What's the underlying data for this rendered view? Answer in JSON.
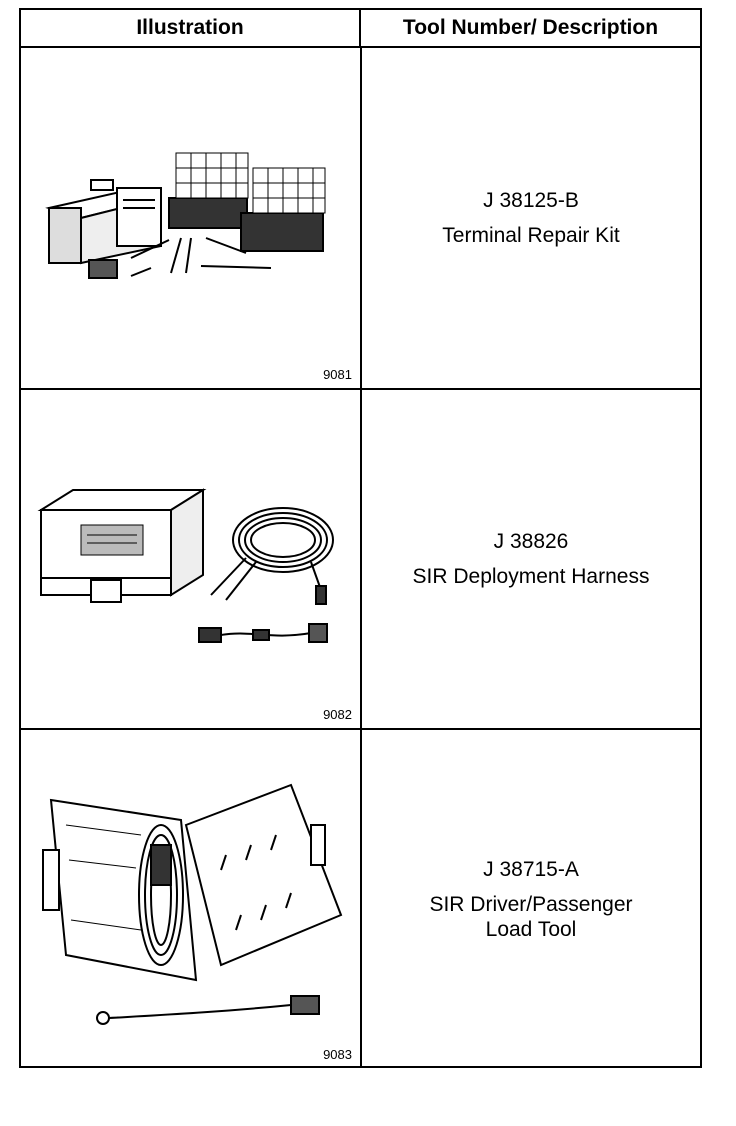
{
  "header": {
    "illustration": "Illustration",
    "tool_description": "Tool Number/ Description"
  },
  "rows": [
    {
      "figure": "9081",
      "tool_number": "J 38125-B",
      "description": [
        "Terminal Repair Kit"
      ]
    },
    {
      "figure": "9082",
      "tool_number": "J 38826",
      "description": [
        "SIR Deployment Harness"
      ]
    },
    {
      "figure": "9083",
      "tool_number": "J 38715-A",
      "description": [
        "SIR Driver/Passenger",
        "Load Tool"
      ]
    }
  ]
}
